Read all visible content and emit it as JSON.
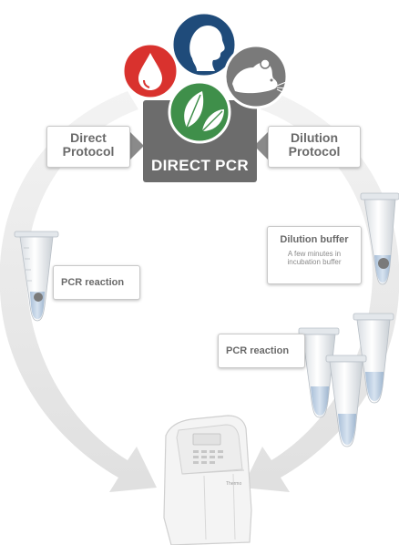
{
  "diagram": {
    "title": "DIRECT PCR",
    "left_protocol": [
      "Direct",
      "Protocol"
    ],
    "right_protocol": [
      "Dilution",
      "Protocol"
    ],
    "left_reaction_label": "PCR reaction",
    "right_reaction_label": "PCR reaction",
    "dilution_buffer": {
      "heading": "Dilution buffer",
      "note_line1": "A few minutes in",
      "note_line2": "incubation buffer"
    },
    "instrument_brand": "Thermo",
    "icons": [
      "blood-drop-icon",
      "human-head-icon",
      "mouse-icon",
      "plant-leaves-icon"
    ],
    "colors": {
      "blood": "#d9322e",
      "human": "#1f4b7a",
      "mouse": "#7a7a7a",
      "plant": "#3f8f4a",
      "title_bg": "#6c6c6c",
      "arrow": "#e6e6e6",
      "liquid": "#b9cde3"
    }
  }
}
